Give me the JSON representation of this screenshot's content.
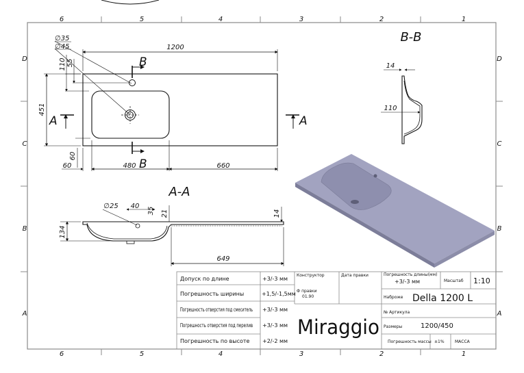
{
  "drawing": {
    "grid_columns": [
      "6",
      "5",
      "4",
      "3",
      "2",
      "1"
    ],
    "grid_rows": [
      "D",
      "C",
      "B",
      "A"
    ],
    "section_bb_title": "B-B",
    "section_aa_title": "A-A",
    "cut_b_letter": "B",
    "cut_a_letter": "A",
    "plan_dims": {
      "hole_35": "∅35",
      "hole_45": "∅45",
      "overall_length": "1200",
      "offset_110": "110",
      "offset_55": "55",
      "width_451": "451",
      "bottom_60": "60",
      "left_60": "60",
      "bowl_480": "480",
      "shelf_660": "660"
    },
    "section_bb_dims": {
      "d14": "14",
      "d110": "110"
    },
    "section_aa_dims": {
      "drain_25": "∅25",
      "d40": "40",
      "d35": "35",
      "d21": "21",
      "d14": "14",
      "height_134": "134",
      "shelf_649": "649"
    }
  },
  "title_block": {
    "tolerances": [
      {
        "label": "Допуск по длине",
        "value": "+3/-3 мм"
      },
      {
        "label": "Погрешность ширины",
        "value": "+1,5/-1,5мм"
      },
      {
        "label": "Погрешность отверстия под смеситель",
        "value": "+3/-3 мм"
      },
      {
        "label": "Погрешность отверстия под перелив",
        "value": "+3/-3 мм"
      },
      {
        "label": "Погрешность по высоте",
        "value": "+2/-2 мм"
      }
    ],
    "designer_label": "Конструктор",
    "date_label": "Дата правки",
    "note_label": "Ф правки",
    "note_value": "01.90",
    "brand": "Miraggio",
    "depth_tolerance_label": "Погрешность длины(мм)",
    "depth_tolerance_value": "+3/-3 мм",
    "scale_label": "Масштаб",
    "scale_value": "1:10",
    "name_label": "Наброже",
    "name_value": "Della 1200 L",
    "article_label": "№ Артикула",
    "sizes_label": "Размеры",
    "sizes_value": "1200/450",
    "mass_tolerance_label": "Погрешность массы",
    "mass_tolerance_value": "±1%",
    "mass_label": "МАССА"
  },
  "colors": {
    "line": "#111111",
    "border": "#8a8a8a",
    "render_top": "#a2a3c0",
    "render_edge": "#7c7d99",
    "render_bowl": "#8e8fae"
  }
}
